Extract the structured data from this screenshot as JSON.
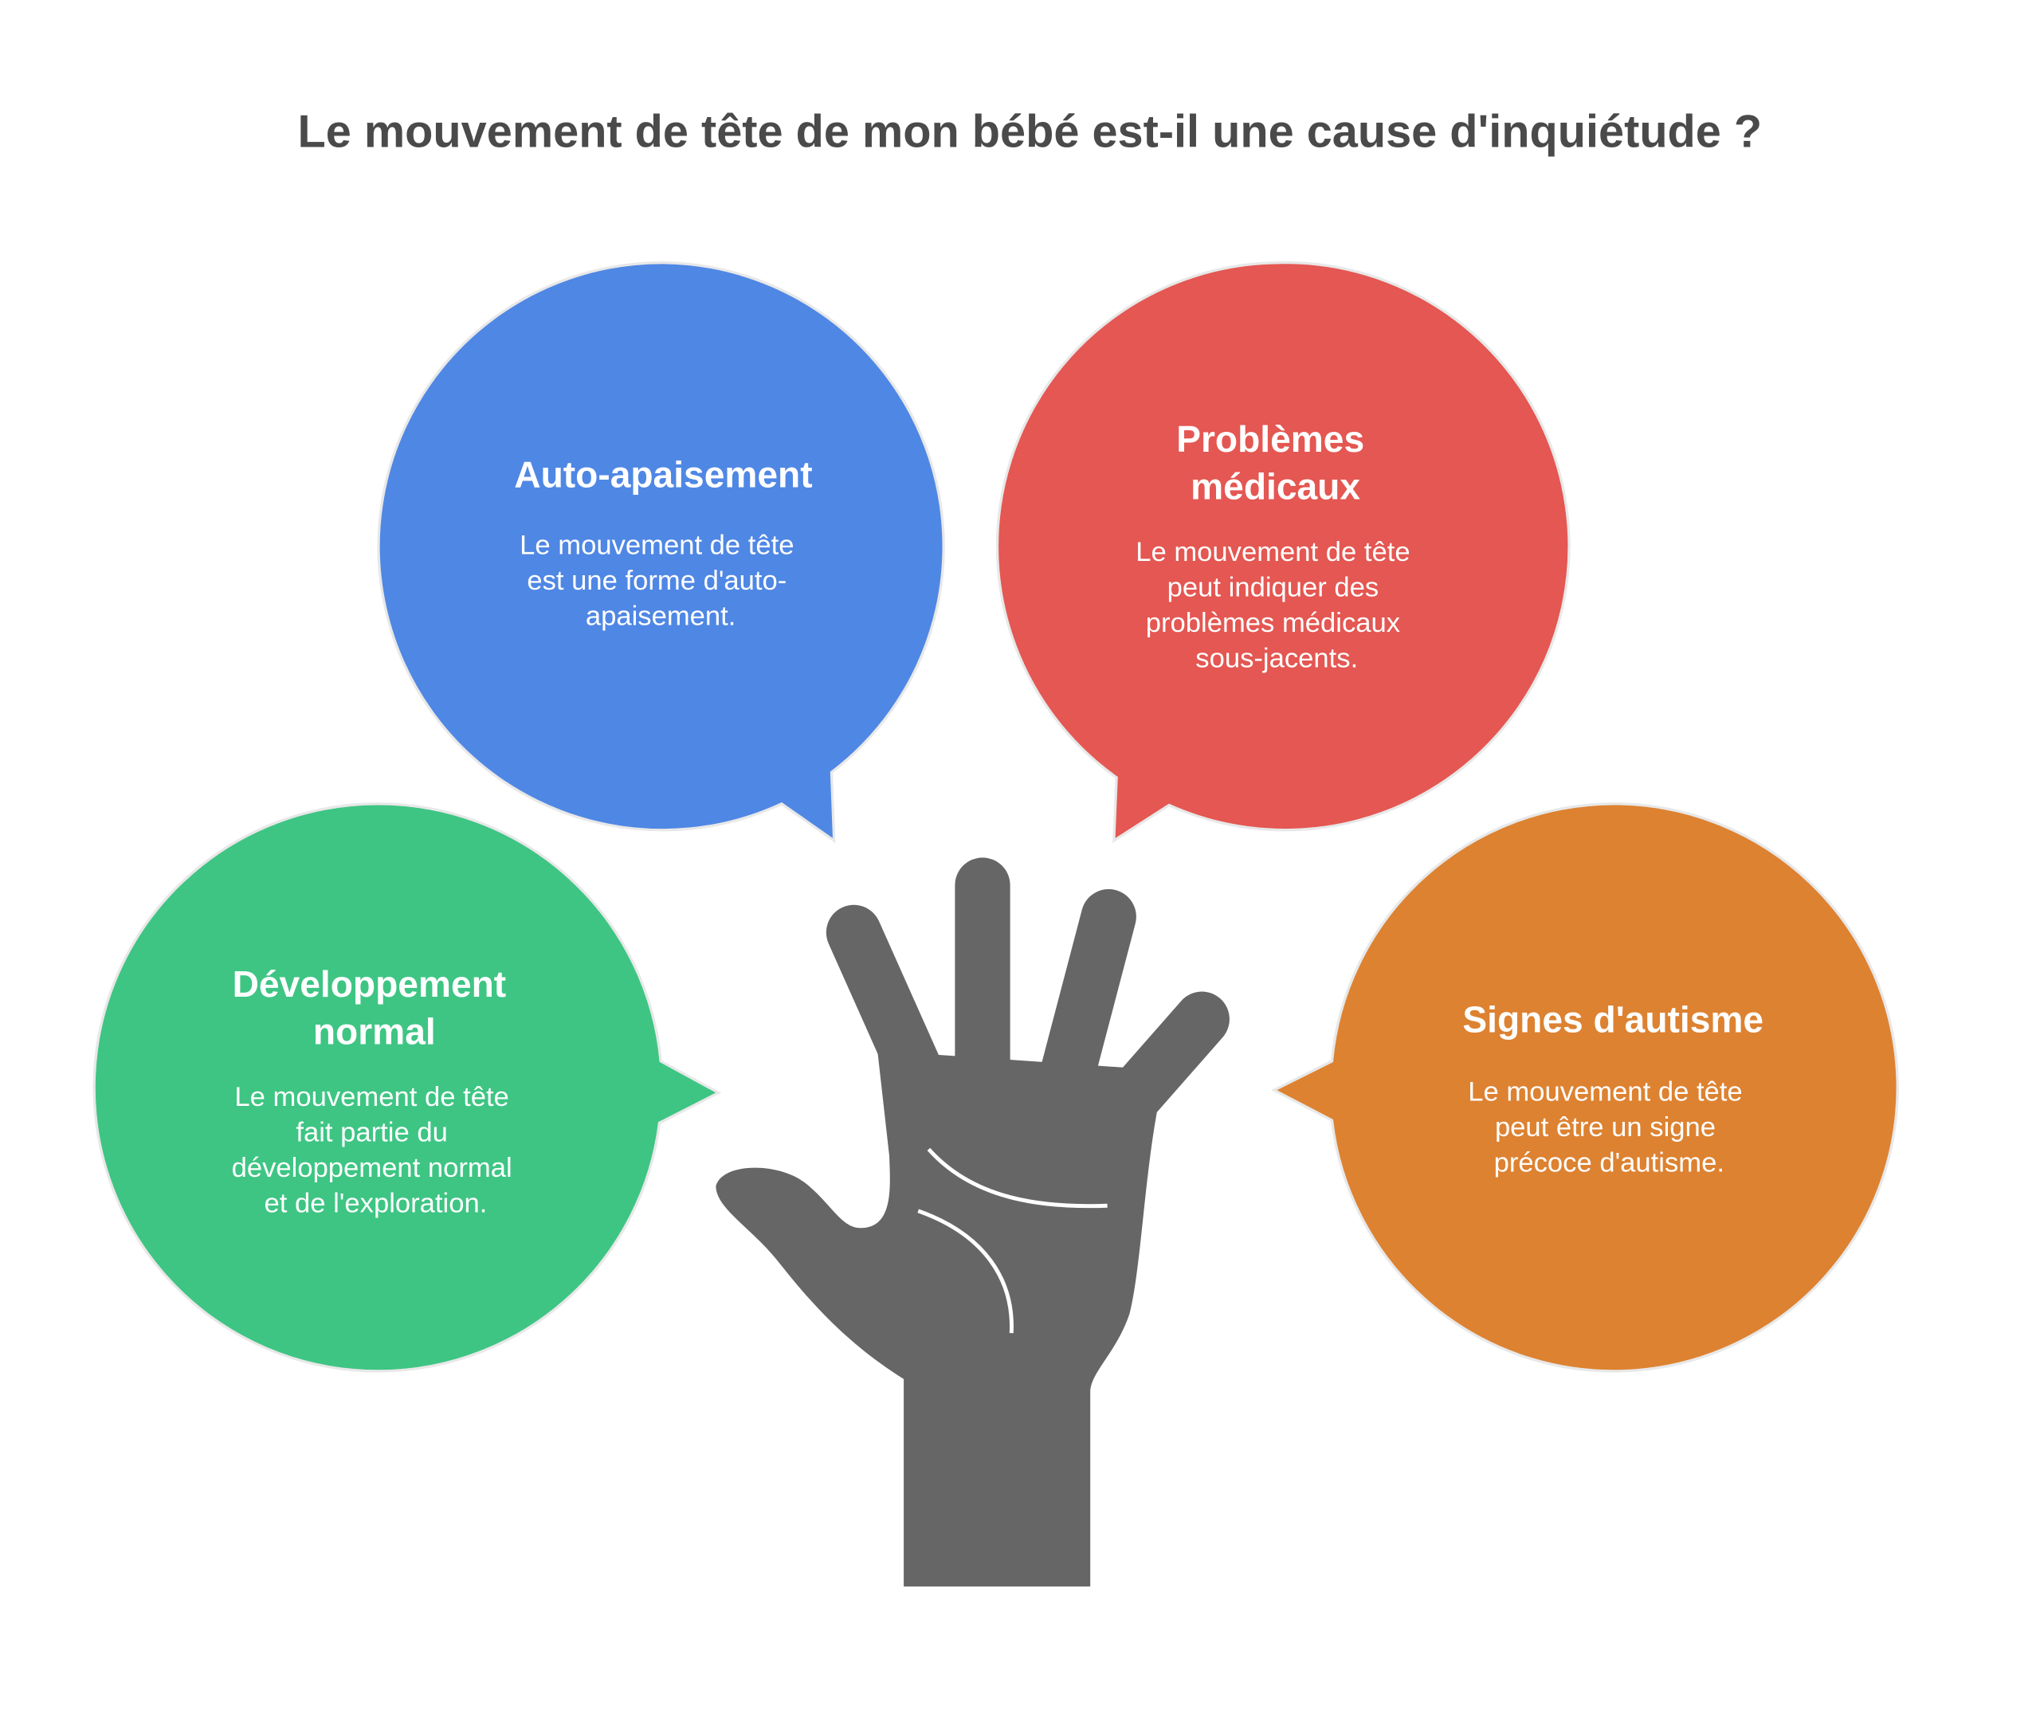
{
  "title": "Le mouvement de tête de mon bébé est-il une cause d'inquiétude ?",
  "colors": {
    "blue": "#4F87E4",
    "red": "#E45752",
    "green": "#3EC583",
    "orange": "#DD8231",
    "hand": "#666666"
  },
  "bubbles": {
    "auto": {
      "heading": [
        "Auto-apaisement"
      ],
      "text": [
        "Le mouvement de tête",
        "est une forme d'auto-",
        "apaisement."
      ]
    },
    "medical": {
      "heading": [
        "Problèmes",
        "médicaux"
      ],
      "text": [
        "Le mouvement de tête",
        "peut indiquer des",
        "problèmes médicaux",
        "sous-jacents."
      ]
    },
    "normal": {
      "heading": [
        "Développement",
        "normal"
      ],
      "text": [
        "Le mouvement de tête",
        "fait partie du",
        "développement normal",
        "et de l'exploration."
      ]
    },
    "autism": {
      "heading": [
        "Signes d'autisme"
      ],
      "text": [
        "Le mouvement de tête",
        "peut être un signe",
        "précoce d'autisme."
      ]
    }
  }
}
